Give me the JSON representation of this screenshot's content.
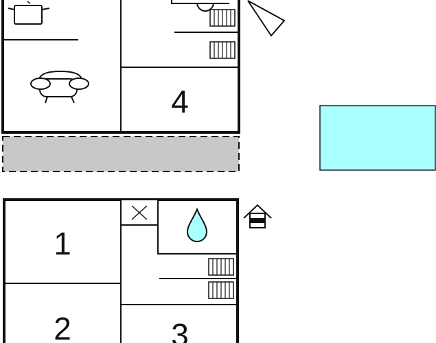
{
  "floor_upper": {
    "rooms": [
      {
        "label": "4"
      }
    ],
    "terrace": {
      "fill_color": "#c8c8c8"
    }
  },
  "floor_lower": {
    "rooms": [
      {
        "label": "1"
      },
      {
        "label": "2"
      },
      {
        "label": "3"
      }
    ]
  },
  "pool": {
    "fill_color": "#aaffff"
  },
  "icons": {
    "north_arrow": "north-arrow-icon",
    "sofa": "sofa-icon",
    "cooking_pot": "cooking-pot-icon",
    "radiator": "radiator-icon",
    "water_drop": "water-drop-icon",
    "house_entrance": "house-entrance-icon",
    "toilet_cross": "toilet-cross-icon"
  },
  "colors": {
    "walls": "#111111",
    "water_drop": "#aaffff",
    "pool_border": "#222222"
  }
}
